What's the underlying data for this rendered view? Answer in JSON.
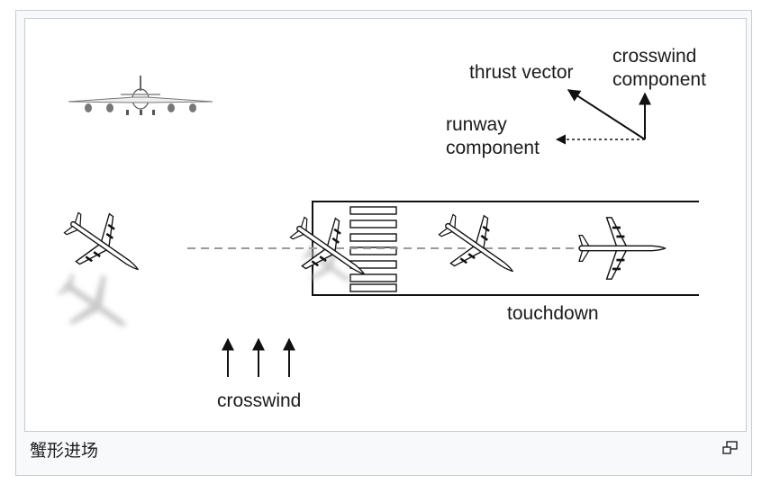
{
  "labels": {
    "thrust_vector": "thrust vector",
    "crosswind_component_line1": "crosswind",
    "crosswind_component_line2": "component",
    "runway_component_line1": "runway",
    "runway_component_line2": "component",
    "touchdown": "touchdown",
    "crosswind": "crosswind"
  },
  "caption": "蟹形进场",
  "icons": {
    "enlarge": "enlarge-icon"
  },
  "colors": {
    "figure_background": "#f8f9fa",
    "border": "#c8ccd1",
    "centerline": "#9a9a9a",
    "shadow": "#c9c9c9"
  }
}
